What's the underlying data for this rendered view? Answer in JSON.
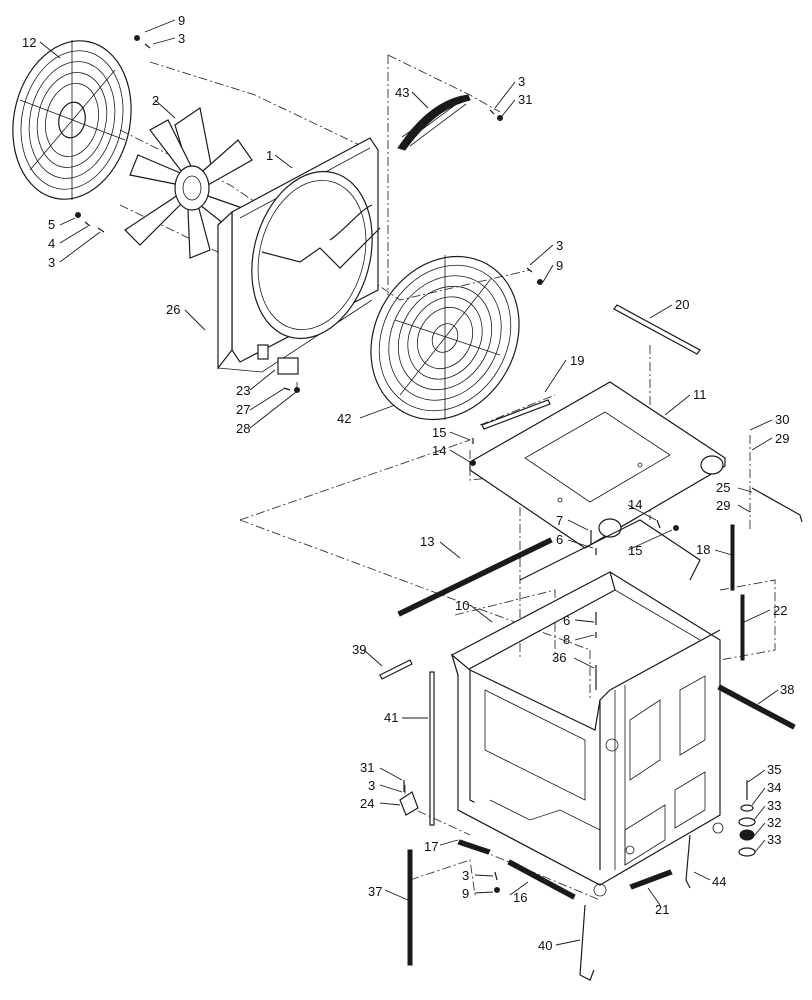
{
  "callouts": [
    {
      "id": "c9a",
      "text": "9"
    },
    {
      "id": "c3a",
      "text": "3"
    },
    {
      "id": "c12",
      "text": "12"
    },
    {
      "id": "c2",
      "text": "2"
    },
    {
      "id": "c1",
      "text": "1"
    },
    {
      "id": "c5",
      "text": "5"
    },
    {
      "id": "c4",
      "text": "4"
    },
    {
      "id": "c3b",
      "text": "3"
    },
    {
      "id": "c43",
      "text": "43"
    },
    {
      "id": "c3c",
      "text": "3"
    },
    {
      "id": "c31a",
      "text": "31"
    },
    {
      "id": "c3d",
      "text": "3"
    },
    {
      "id": "c9b",
      "text": "9"
    },
    {
      "id": "c26",
      "text": "26"
    },
    {
      "id": "c20",
      "text": "20"
    },
    {
      "id": "c23",
      "text": "23"
    },
    {
      "id": "c27",
      "text": "27"
    },
    {
      "id": "c28",
      "text": "28"
    },
    {
      "id": "c42",
      "text": "42"
    },
    {
      "id": "c19",
      "text": "19"
    },
    {
      "id": "c11",
      "text": "11"
    },
    {
      "id": "c15a",
      "text": "15"
    },
    {
      "id": "c14a",
      "text": "14"
    },
    {
      "id": "c30",
      "text": "30"
    },
    {
      "id": "c29a",
      "text": "29"
    },
    {
      "id": "c25",
      "text": "25"
    },
    {
      "id": "c29b",
      "text": "29"
    },
    {
      "id": "c7",
      "text": "7"
    },
    {
      "id": "c6a",
      "text": "6"
    },
    {
      "id": "c14b",
      "text": "14"
    },
    {
      "id": "c15b",
      "text": "15"
    },
    {
      "id": "c18",
      "text": "18"
    },
    {
      "id": "c13",
      "text": "13"
    },
    {
      "id": "c22",
      "text": "22"
    },
    {
      "id": "c10",
      "text": "10"
    },
    {
      "id": "c6b",
      "text": "6"
    },
    {
      "id": "c8",
      "text": "8"
    },
    {
      "id": "c39",
      "text": "39"
    },
    {
      "id": "c36",
      "text": "36"
    },
    {
      "id": "c38",
      "text": "38"
    },
    {
      "id": "c41",
      "text": "41"
    },
    {
      "id": "c35",
      "text": "35"
    },
    {
      "id": "c34",
      "text": "34"
    },
    {
      "id": "c31b",
      "text": "31"
    },
    {
      "id": "c3e",
      "text": "3"
    },
    {
      "id": "c33a",
      "text": "33"
    },
    {
      "id": "c24",
      "text": "24"
    },
    {
      "id": "c32",
      "text": "32"
    },
    {
      "id": "c33b",
      "text": "33"
    },
    {
      "id": "c17",
      "text": "17"
    },
    {
      "id": "c44",
      "text": "44"
    },
    {
      "id": "c3f",
      "text": "3"
    },
    {
      "id": "c9c",
      "text": "9"
    },
    {
      "id": "c16",
      "text": "16"
    },
    {
      "id": "c21",
      "text": "21"
    },
    {
      "id": "c37",
      "text": "37"
    },
    {
      "id": "c40",
      "text": "40"
    }
  ]
}
